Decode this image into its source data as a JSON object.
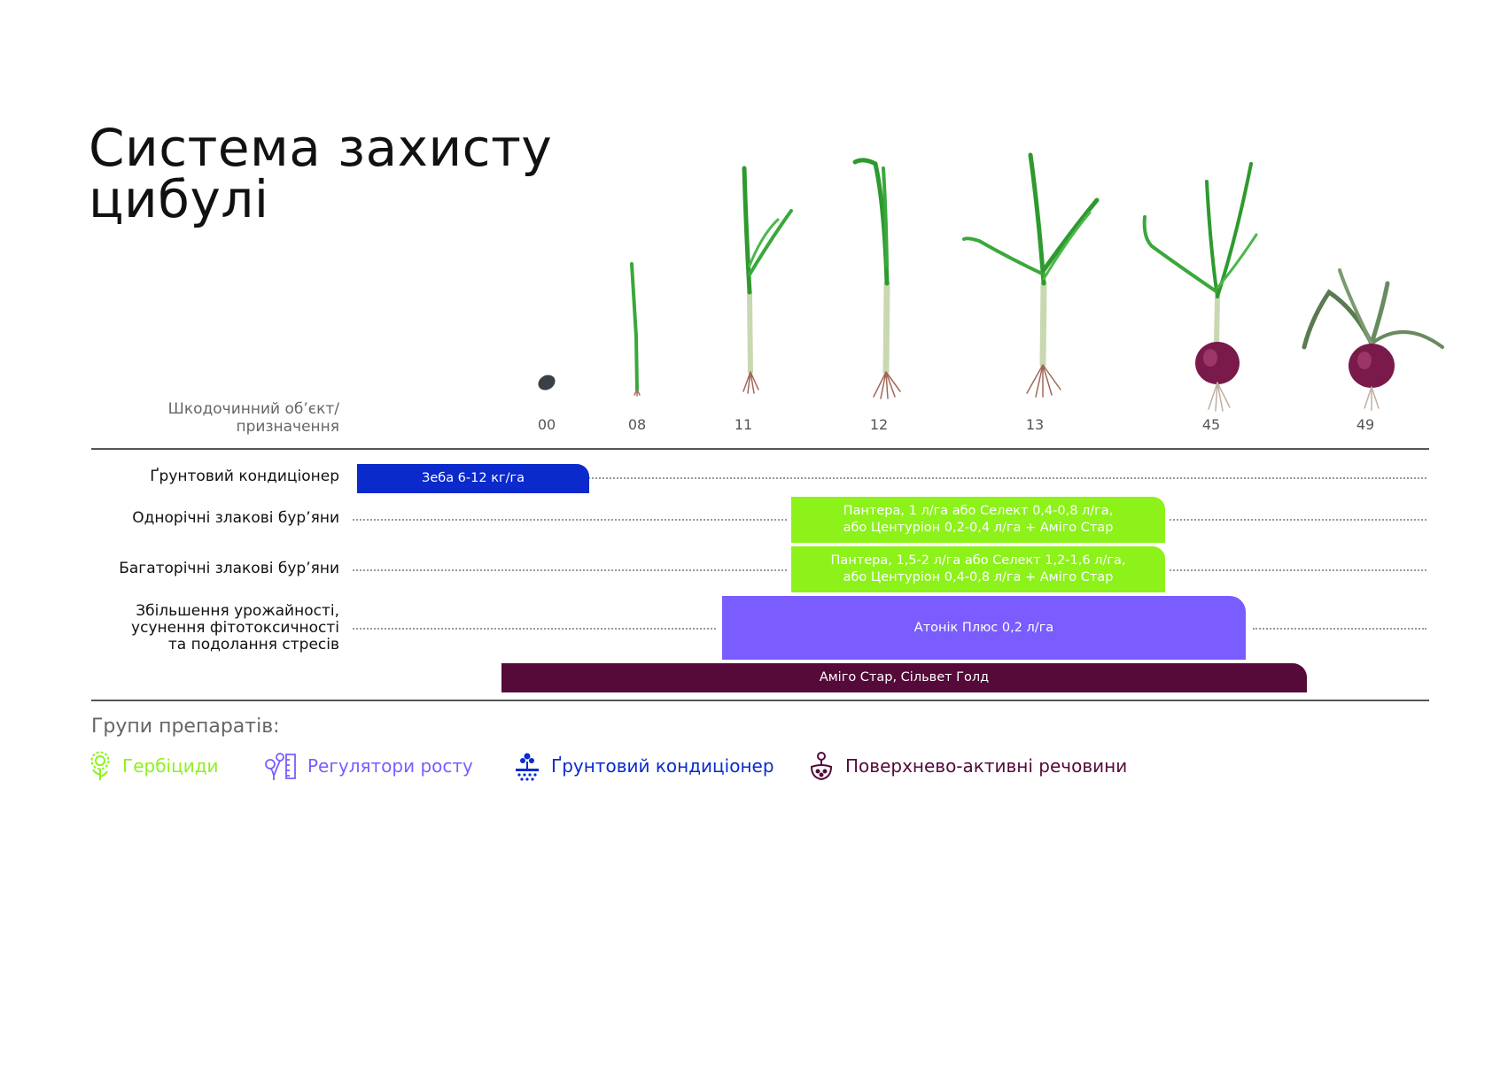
{
  "title": "Система захисту\nцибулі",
  "header_label": "Шкодочинний об’єкт/\nпризначення",
  "stages": [
    "00",
    "08",
    "11",
    "12",
    "13",
    "45",
    "49"
  ],
  "rows": [
    {
      "label": "Ґрунтовий кондиціонер"
    },
    {
      "label": "Однорічні злакові бур’яни"
    },
    {
      "label": "Багаторічні злакові бур’яни"
    },
    {
      "label": "Збільшення урожайності,\nусунення фітотоксичності\nта подолання стресів"
    }
  ],
  "bars": [
    {
      "text": "Зеба 6-12 кг/га",
      "color": "#0a2acc"
    },
    {
      "text": "Пантера, 1 л/га або Селект 0,4-0,8 л/га,\nабо Центуріон 0,2-0,4 л/га + Аміго Стар",
      "color": "#8cf21a"
    },
    {
      "text": "Пантера, 1,5-2 л/га або Селект 1,2-1,6 л/га,\nабо Центуріон 0,4-0,8 л/га + Аміго Стар",
      "color": "#8cf21a"
    },
    {
      "text": "Атонік Плюс 0,2 л/га",
      "color": "#7b5cff"
    },
    {
      "text": "Аміго Стар, Сільвет Голд",
      "color": "#550a3a"
    }
  ],
  "groups_title": "Групи препаратів:",
  "legend": [
    {
      "label": "Гербіциди",
      "color": "#8cf21a",
      "icon": "sunflower-icon"
    },
    {
      "label": "Регулятори росту",
      "color": "#7b5cff",
      "icon": "growth-regulator-icon"
    },
    {
      "label": "Ґрунтовий кондиціонер",
      "color": "#0a2acc",
      "icon": "soil-conditioner-icon"
    },
    {
      "label": "Поверхнево-активні речовини",
      "color": "#550a3a",
      "icon": "surfactant-icon"
    }
  ]
}
